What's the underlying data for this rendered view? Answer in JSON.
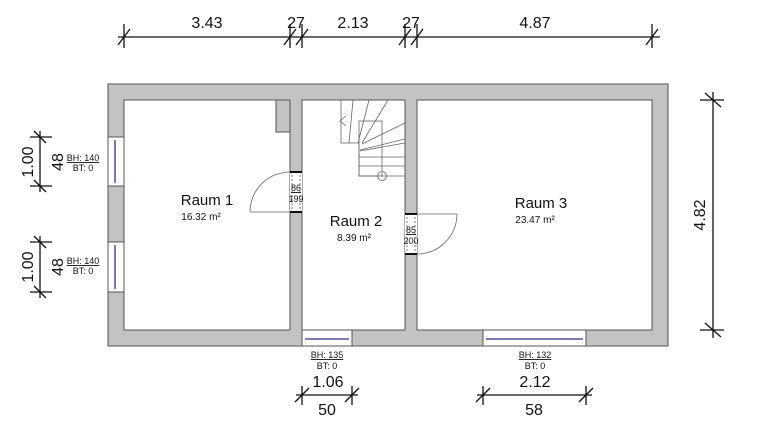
{
  "dimensions": {
    "top": [
      "3.43",
      "27",
      "2.13",
      "27",
      "4.87"
    ],
    "right": "4.82",
    "left_window_1": {
      "width": "1.00",
      "height": "48"
    },
    "left_window_2": {
      "width": "1.00",
      "height": "48"
    },
    "bottom_window_1": {
      "width": "1.06",
      "height": "50"
    },
    "bottom_window_2": {
      "width": "2.12",
      "height": "58"
    }
  },
  "windows": {
    "left_1": {
      "bh": "BH: 140",
      "bt": "BT: 0"
    },
    "left_2": {
      "bh": "BH: 140",
      "bt": "BT: 0"
    },
    "bottom_1": {
      "bh": "BH: 135",
      "bt": "BT: 0"
    },
    "bottom_2": {
      "bh": "BH: 132",
      "bt": "BT: 0"
    }
  },
  "doors": {
    "door_1_2": {
      "width": "86",
      "height": "199"
    },
    "door_2_3": {
      "width": "85",
      "height": "200"
    }
  },
  "rooms": [
    {
      "name": "Raum 1",
      "area": "16.32 m²"
    },
    {
      "name": "Raum 2",
      "area": "8.39 m²"
    },
    {
      "name": "Raum 3",
      "area": "23.47 m²"
    }
  ]
}
